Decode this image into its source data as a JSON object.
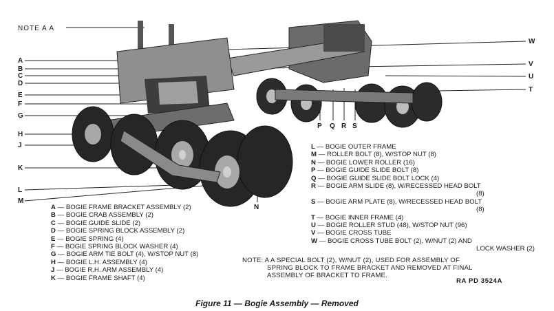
{
  "note_top": "NOTE  A  A",
  "left_callouts": [
    "A",
    "B",
    "C",
    "D",
    "E",
    "F",
    "G",
    "H",
    "J",
    "K",
    "L",
    "M"
  ],
  "right_callouts": [
    "W",
    "V",
    "U",
    "T"
  ],
  "bottom_callouts": [
    "P",
    "Q",
    "R",
    "S"
  ],
  "n_callout": "N",
  "legend_left": [
    {
      "key": "A",
      "text": "BOGIE FRAME BRACKET ASSEMBLY (2)"
    },
    {
      "key": "B",
      "text": "BOGIE CRAB ASSEMBLY (2)"
    },
    {
      "key": "C",
      "text": "BOGIE GUIDE SLIDE (2)"
    },
    {
      "key": "D",
      "text": "BOGIE SPRING BLOCK ASSEMBLY (2)"
    },
    {
      "key": "E",
      "text": "BOGIE SPRING (4)"
    },
    {
      "key": "F",
      "text": "BOGIE SPRING BLOCK WASHER (4)"
    },
    {
      "key": "G",
      "text": "BOGIE ARM TIE BOLT (4), W/STOP NUT (8)"
    },
    {
      "key": "H",
      "text": "BOGIE L.H. ASSEMBLY (4)"
    },
    {
      "key": "J",
      "text": "BOGIE R.H. ARM ASSEMBLY (4)"
    },
    {
      "key": "K",
      "text": "BOGIE FRAME SHAFT (4)"
    }
  ],
  "legend_right": [
    {
      "key": "L",
      "text": "BOGIE OUTER FRAME"
    },
    {
      "key": "M",
      "text": "ROLLER BOLT (8), W/STOP NUT (8)"
    },
    {
      "key": "N",
      "text": "BOGIE LOWER ROLLER (16)"
    },
    {
      "key": "P",
      "text": "BOGIE GUIDE SLIDE BOLT (8)"
    },
    {
      "key": "Q",
      "text": "BOGIE GUIDE SLIDE BOLT LOCK (4)"
    },
    {
      "key": "R",
      "text": "BOGIE ARM SLIDE (8), W/RECESSED HEAD BOLT"
    },
    {
      "key": "",
      "text": "(8)"
    },
    {
      "key": "S",
      "text": "BOGIE ARM PLATE (8), W/RECESSED HEAD BOLT"
    },
    {
      "key": "",
      "text": "(8)"
    },
    {
      "key": "T",
      "text": "BOGIE INNER FRAME (4)"
    },
    {
      "key": "U",
      "text": "BOGIE ROLLER STUD (48), W/STOP NUT (96)"
    },
    {
      "key": "V",
      "text": "BOGIE CROSS TUBE"
    },
    {
      "key": "W",
      "text": "BOGIE CROSS TUBE BOLT (2), W/NUT (2) AND"
    },
    {
      "key": "",
      "text": "LOCK WASHER (2)"
    }
  ],
  "note_bottom": [
    "NOTE: A  A  SPECIAL BOLT (2), W/NUT (2), USED FOR ASSEMBLY OF",
    "SPRING BLOCK TO FRAME BRACKET AND REMOVED AT FINAL",
    "ASSEMBLY OF BRACKET TO FRAME."
  ],
  "ref": "RA  PD  3524A",
  "caption": "Figure 11 — Bogie Assembly — Removed"
}
